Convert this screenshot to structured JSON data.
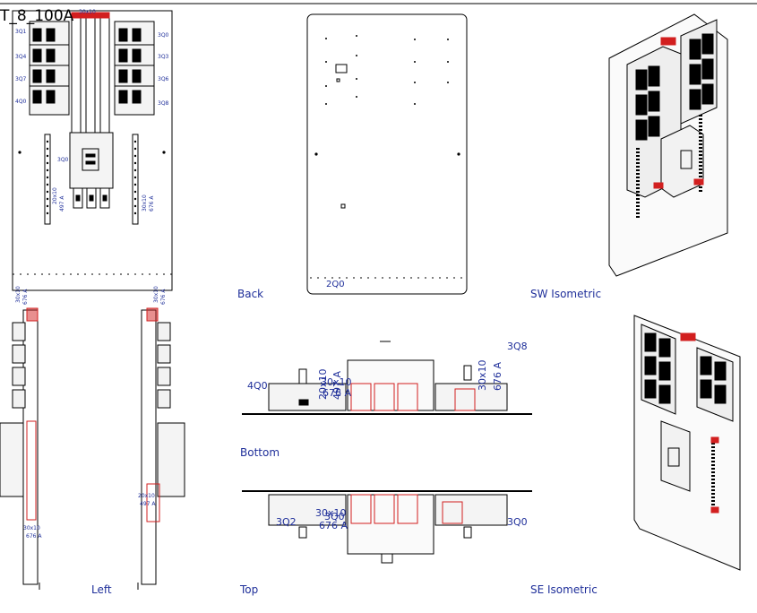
{
  "title": "T_8_100A",
  "views": {
    "back": "Back",
    "sw_iso": "SW Isometric",
    "left": "Left",
    "bottom": "Bottom",
    "top": "Top",
    "se_iso": "SE Isometric"
  },
  "front_tags": {
    "row1_left": "3Q1",
    "row2_left": "3Q4",
    "row3_left": "3Q7",
    "row4_left": "4Q0",
    "row1_right": "3Q0",
    "row2_right": "3Q3",
    "row3_right": "3Q6",
    "row4_right": "3Q8",
    "main_breaker": "3Q0",
    "top_bus": "30x10",
    "left_bus_size": "20x10",
    "left_bus_amp": "497 A",
    "right_bus_size": "30x10",
    "right_bus_amp": "676 A"
  },
  "back_tag": "2Q0",
  "left_tags": {
    "top_size": "30x10",
    "top_amp": "676 A",
    "top2_size": "30x10",
    "top2_amp": "676 A",
    "bot_size": "30x10",
    "bot_amp": "676 A",
    "mid_size": "20x10",
    "mid_amp": "497 A"
  },
  "bottom_tags": {
    "q_left": "4Q0",
    "q_right": "3Q8",
    "bus_a_size": "20x10",
    "bus_a_amp": "497 A",
    "bus_b_size": "30x10",
    "bus_b_amp": "676 A",
    "bus_c_size": "30x10",
    "bus_c_amp": "676 A"
  },
  "top_tags": {
    "q_left": "3Q2",
    "q_right": "3Q0",
    "bus_size": "30x10",
    "bus_amp": "676 A",
    "q_mid": "3Q0"
  },
  "colors": {
    "line": "#000000",
    "annotation": "#1f2f9a",
    "highlight": "#d21f1f",
    "fill": "#e8e8e8"
  }
}
